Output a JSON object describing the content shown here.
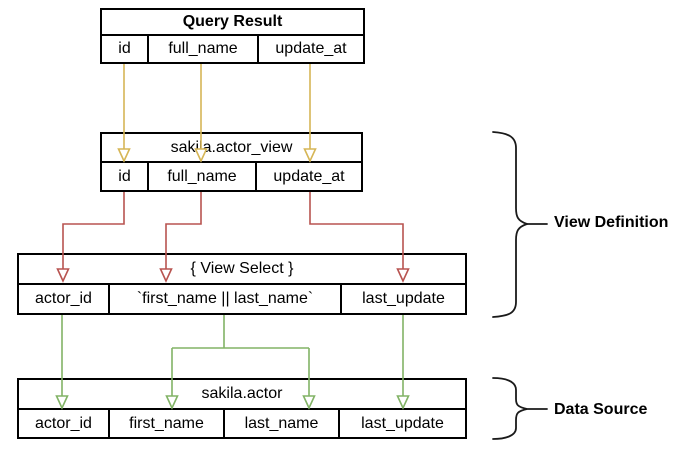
{
  "diagram": {
    "tables": {
      "query_result": {
        "title": "Query Result",
        "columns": [
          "id",
          "full_name",
          "update_at"
        ]
      },
      "actor_view": {
        "title": "sakila.actor_view",
        "columns": [
          "id",
          "full_name",
          "update_at"
        ]
      },
      "view_select": {
        "title": "{ View Select }",
        "columns": [
          "actor_id",
          "`first_name || last_name`",
          "last_update"
        ]
      },
      "actor": {
        "title": "sakila.actor",
        "columns": [
          "actor_id",
          "first_name",
          "last_name",
          "last_update"
        ]
      }
    },
    "annotations": {
      "view_definition": "View Definition",
      "data_source": "Data Source"
    }
  },
  "colors": {
    "arrow-yellow": "#d6b656",
    "arrow-red": "#b85450",
    "arrow-green": "#82b366",
    "box-border": "#000000",
    "brace-color": "#1a1a1a",
    "background": "#ffffff"
  }
}
